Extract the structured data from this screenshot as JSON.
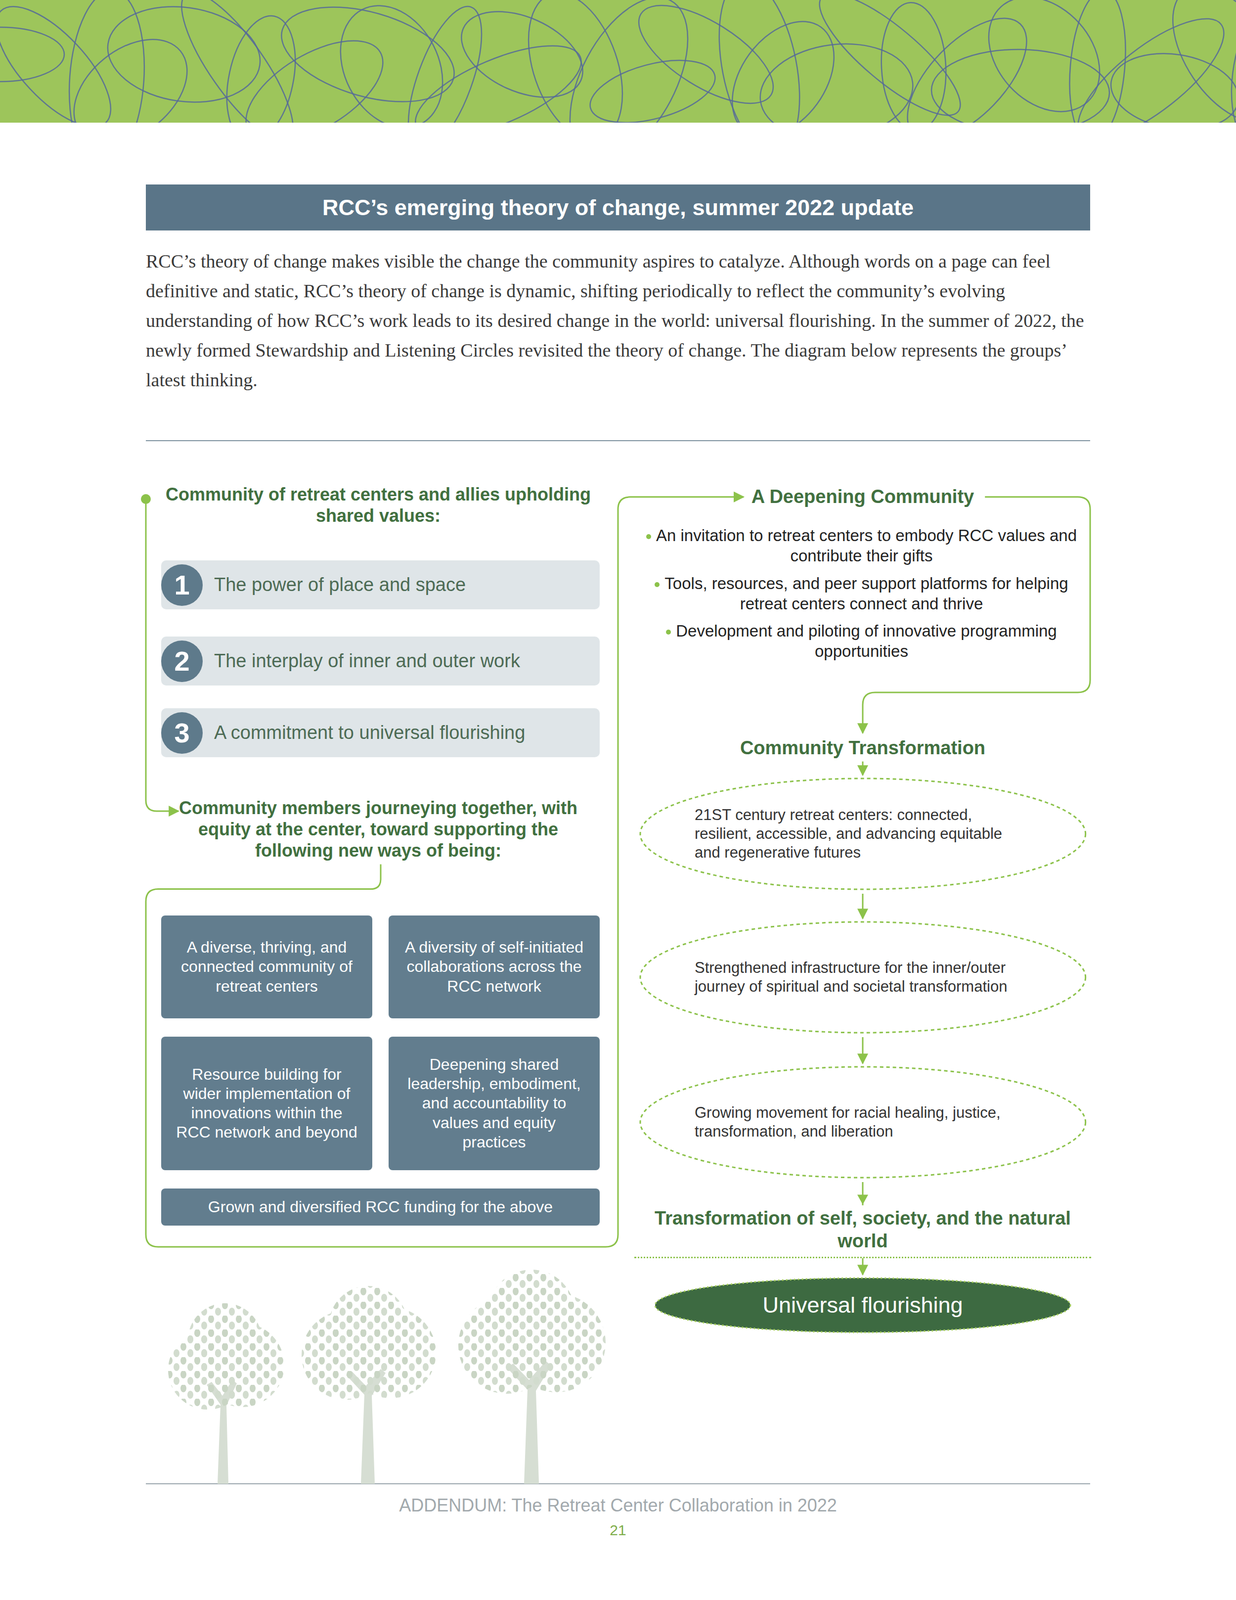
{
  "diagram": {
    "title": "RCC’s emerging theory of change, summer 2022 update",
    "nodes": [
      {
        "text": [
          "The power of place and space"
        ]
      },
      {
        "text": [
          "1"
        ],
        "in": 0
      },
      {
        "text": [
          "The interplay of inner and outer work"
        ]
      },
      {
        "text": [
          "2"
        ],
        "in": 2
      },
      {
        "text": [
          "A commitment to universal flourishing"
        ]
      },
      {
        "text": [
          "3"
        ],
        "in": 4
      },
      {
        "text": [
          "A diverse, thriving, and connected community of retreat centers"
        ]
      },
      {
        "text": [
          "A diversity of self-initiated collaborations across the RCC network"
        ]
      },
      {
        "text": [
          "Resource building for wider implementation of innovations within the RCC network and beyond"
        ]
      },
      {
        "text": [
          "Deepening shared leadership, embodiment, and accountability to values and equity practices"
        ]
      },
      {
        "text": [
          "Grown and diversified RCC funding for the above"
        ]
      },
      {
        "text": [
          "21ST century retreat centers: connected, resilient, accessible, and advancing equitable and regenerative futures"
        ]
      },
      {
        "text": [
          "Strengthened infrastructure for the inner/outer journey of spiritual and societal transformation"
        ]
      },
      {
        "text": [
          "Growing movement for racial healing, justice, transformation, and liberation"
        ]
      },
      {
        "text": [
          "Universal flourishing"
        ]
      }
    ],
    "edges": [
      {
        "from": 11,
        "to": 12,
        "arrow": "to"
      },
      {
        "from": 12,
        "to": 13,
        "arrow": "to"
      },
      {
        "from": 13,
        "to": 14,
        "arrow": "to",
        "label": "Transformation of self, society, and the natural world"
      }
    ],
    "labels": [
      "RCC’s theory of change makes visible the change the community aspires to catalyze. Although words on a page can feel definitive and static, RCC’s theory of change is dynamic, shifting periodically to reflect the community’s evolving understanding of how RCC’s work leads to its desired change in the world: universal flourishing. In the summer of 2022, the newly formed Stewardship and Listening Circles revisited the theory of change. The diagram below represents the groups’ latest thinking.",
      "Community of retreat centers and allies upholding shared values:",
      "Community members journeying together, with equity at the center, toward supporting the following new ways of being:",
      "A Deepening Community",
      "An invitation to retreat centers to embody RCC values and contribute their gifts",
      "Tools, resources, and peer support platforms for helping retreat centers connect and thrive",
      "Development and piloting of innovative programming opportunities",
      "Community Transformation",
      "ADDENDUM: The Retreat Center Collaboration in 2022",
      "21"
    ]
  }
}
